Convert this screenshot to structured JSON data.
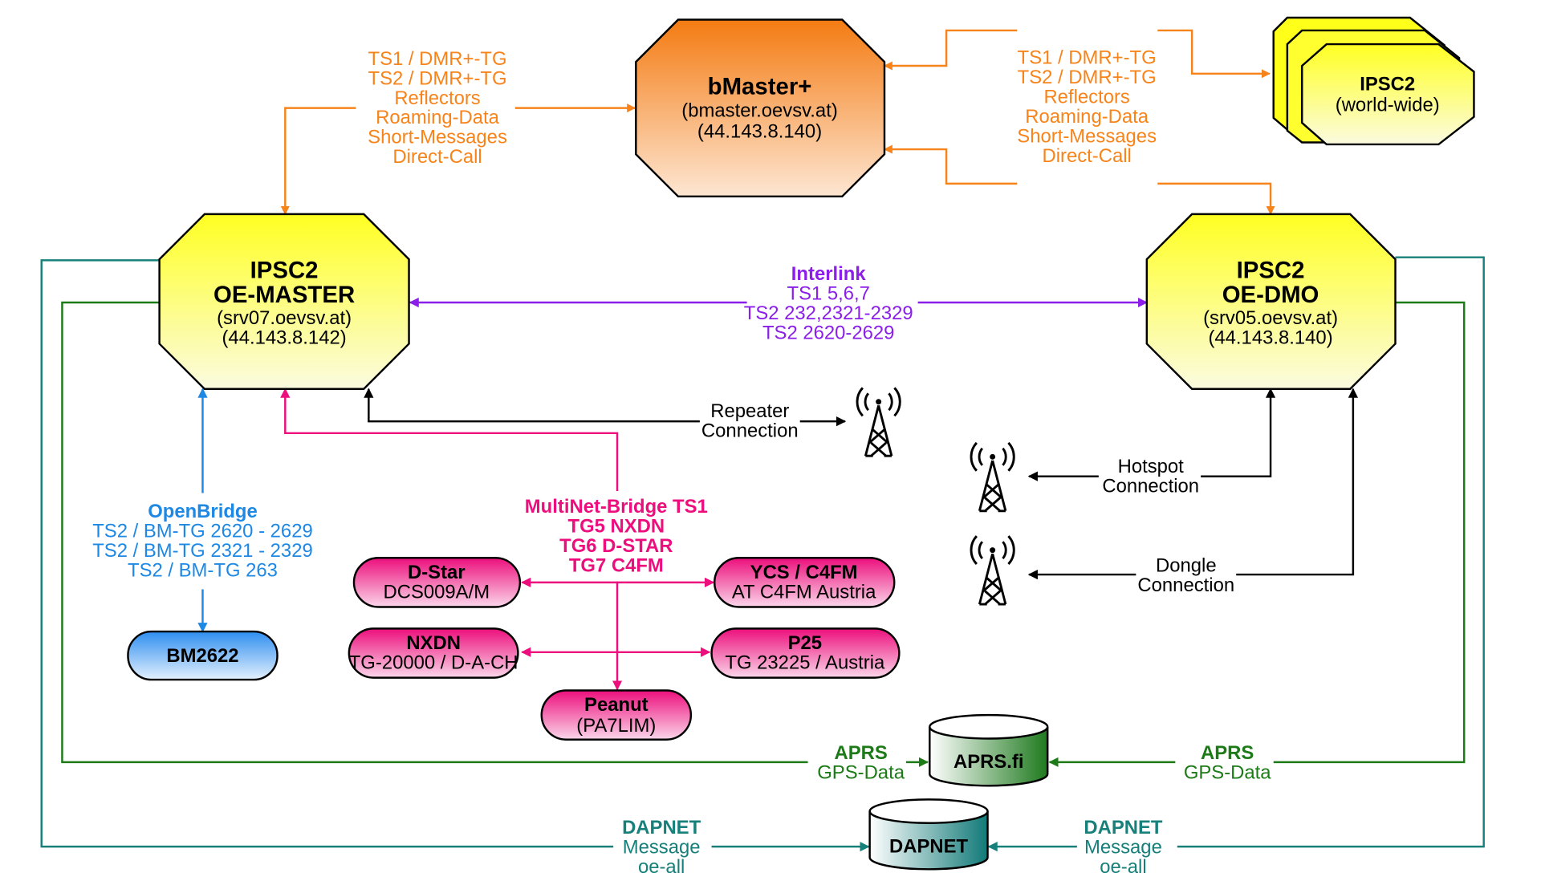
{
  "colors": {
    "orange": "#f7841b",
    "purple": "#8b1ee8",
    "blue": "#1e88e5",
    "pink": "#ec0e7c",
    "green": "#1c7a17",
    "teal": "#17807a",
    "black": "#000000"
  },
  "nodes": {
    "bmaster": {
      "title": "bMaster+",
      "host": "(bmaster.oevsv.at)",
      "ip": "(44.143.8.140)"
    },
    "ipsc2_world": {
      "title": "IPSC2",
      "sub": "(world-wide)"
    },
    "oe_master": {
      "title1": "IPSC2",
      "title2": "OE-MASTER",
      "host": "(srv07.oevsv.at)",
      "ip": "(44.143.8.142)"
    },
    "oe_dmo": {
      "title1": "IPSC2",
      "title2": "OE-DMO",
      "host": "(srv05.oevsv.at)",
      "ip": "(44.143.8.140)"
    },
    "bm2622": {
      "title": "BM2622"
    },
    "dstar": {
      "title": "D-Star",
      "sub": "DCS009A/M"
    },
    "ycs": {
      "title": "YCS / C4FM",
      "sub": "AT C4FM Austria"
    },
    "nxdn": {
      "title": "NXDN",
      "sub": "TG-20000 / D-A-CH"
    },
    "p25": {
      "title": "P25",
      "sub": "TG 23225 / Austria"
    },
    "peanut": {
      "title": "Peanut",
      "sub": "(PA7LIM)"
    },
    "aprs_db": {
      "title": "APRS.fi"
    },
    "dapnet_db": {
      "title": "DAPNET"
    }
  },
  "labels": {
    "left_orange": [
      "TS1 / DMR+-TG",
      "TS2 / DMR+-TG",
      "Reflectors",
      "Roaming-Data",
      "Short-Messages",
      "Direct-Call"
    ],
    "right_orange": [
      "TS1 / DMR+-TG",
      "TS2 / DMR+-TG",
      "Reflectors",
      "Roaming-Data",
      "Short-Messages",
      "Direct-Call"
    ],
    "interlink": {
      "title": "Interlink",
      "lines": [
        "TS1 5,6,7",
        "TS2 232,2321-2329",
        "TS2 2620-2629"
      ]
    },
    "openbridge": {
      "title": "OpenBridge",
      "lines": [
        "TS2 / BM-TG 2620 - 2629",
        "TS2 / BM-TG 2321 - 2329",
        "TS2 / BM-TG 263"
      ]
    },
    "multinet": {
      "lines": [
        "MultiNet-Bridge TS1",
        "TG5 NXDN",
        "TG6 D-STAR",
        "TG7 C4FM"
      ]
    },
    "repeater": [
      "Repeater",
      "Connection"
    ],
    "hotspot": [
      "Hotspot",
      "Connection"
    ],
    "dongle": [
      "Dongle",
      "Connection"
    ],
    "aprs_left": {
      "title": "APRS",
      "sub": "GPS-Data"
    },
    "aprs_right": {
      "title": "APRS",
      "sub": "GPS-Data"
    },
    "dapnet_left": {
      "title": "DAPNET",
      "lines": [
        "Message",
        "oe-all"
      ]
    },
    "dapnet_right": {
      "title": "DAPNET",
      "lines": [
        "Message",
        "oe-all"
      ]
    }
  },
  "icons": [
    "antenna-tower-icon",
    "database-cylinder-icon"
  ]
}
